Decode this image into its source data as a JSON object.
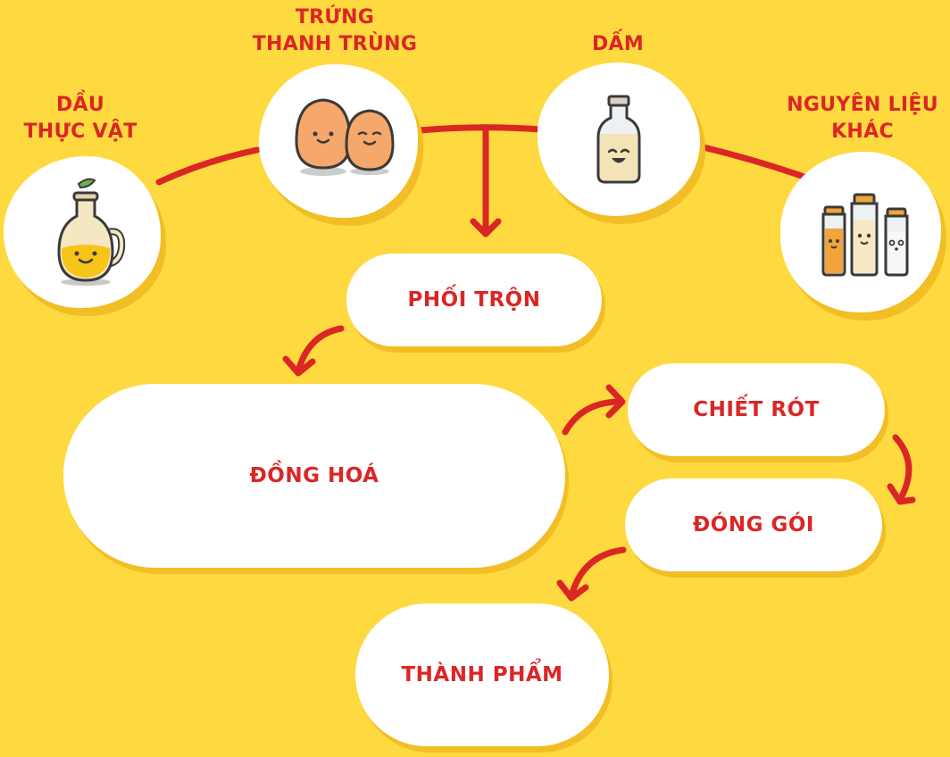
{
  "ingredients": {
    "oil": {
      "line1": "DẦU",
      "line2": "THỰC VẬT",
      "icon": "oil-jar-icon"
    },
    "egg": {
      "line1": "TRỨNG",
      "line2": "THANH TRÙNG",
      "icon": "eggs-icon"
    },
    "vinegar": {
      "line1": "DẤM",
      "icon": "vinegar-bottle-icon"
    },
    "other": {
      "line1": "NGUYÊN LIỆU",
      "line2": "KHÁC",
      "icon": "condiment-bottles-icon"
    }
  },
  "steps": {
    "mixing": "PHỐI TRỘN",
    "homogenize": "ĐỒNG HOÁ",
    "filling": "CHIẾT RÓT",
    "packaging": "ĐÓNG GÓI",
    "finished": "THÀNH PHẨM"
  },
  "colors": {
    "background": "#FED93F",
    "accent": "#DB2626",
    "shadow": "#F2BE25",
    "card": "#FFFFFF"
  }
}
